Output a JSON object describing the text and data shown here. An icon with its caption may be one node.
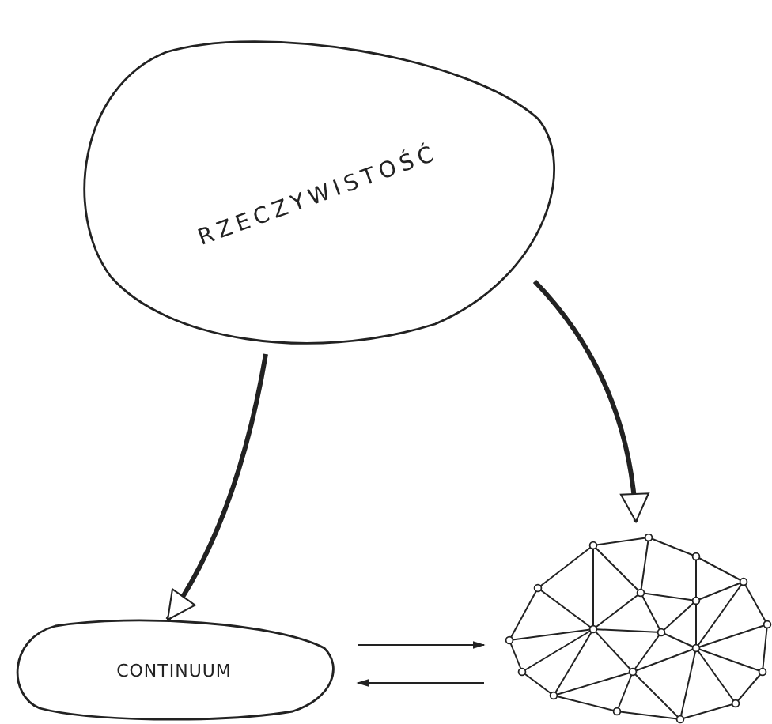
{
  "diagram": {
    "nodes": [
      {
        "text": [
          "RZECZYWISTOŚĆ"
        ]
      },
      {
        "text": [
          "CONTINUUM"
        ]
      },
      {
        "text": [],
        "shape": "picture"
      }
    ],
    "edges": [
      {
        "from": 0,
        "to": 1,
        "arrow": "to",
        "style": "thick"
      },
      {
        "from": 0,
        "to": 2,
        "arrow": "to",
        "style": "thick"
      },
      {
        "from": 1,
        "to": 2,
        "arrow": "to"
      },
      {
        "from": 2,
        "to": 1,
        "arrow": "to"
      }
    ]
  }
}
